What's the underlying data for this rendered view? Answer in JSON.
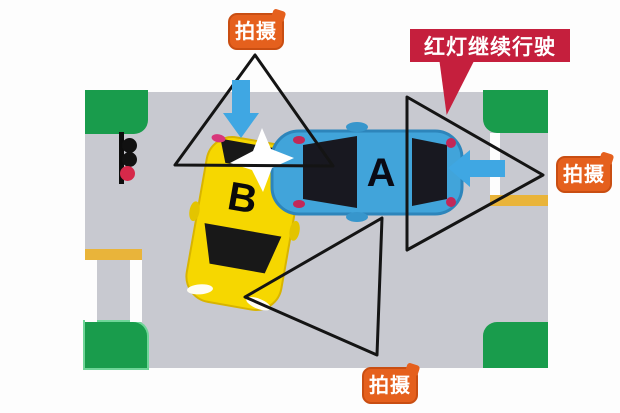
{
  "scene": {
    "banner": {
      "text": "红灯继续行驶"
    },
    "capture_labels": {
      "top": "拍摄",
      "right": "拍摄",
      "bottom": "拍摄"
    },
    "cars": {
      "car_a": {
        "label": "A",
        "color": "#41a4da",
        "heading": "left"
      },
      "car_b": {
        "label": "B",
        "color": "#f6d700",
        "heading": "down"
      }
    },
    "traffic_light": {
      "state": "red"
    },
    "colors": {
      "road": "#c8c9d0",
      "grass": "#199c4c",
      "label_orange": "#e5601d",
      "banner_red": "#c51f3d",
      "arrow_blue": "#3fa7e3",
      "lane_yellow": "#e9b43a",
      "signal_red": "#d6294a",
      "triangle_stroke": "#141414"
    }
  }
}
